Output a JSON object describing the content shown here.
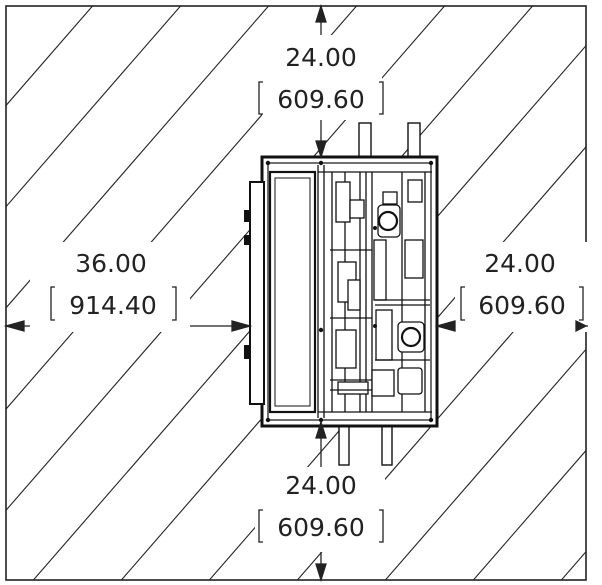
{
  "dimensions": {
    "top": {
      "inches": "24.00",
      "mm": "609.60"
    },
    "left": {
      "inches": "36.00",
      "mm": "914.40"
    },
    "right": {
      "inches": "24.00",
      "mm": "609.60"
    },
    "bottom": {
      "inches": "24.00",
      "mm": "609.60"
    }
  },
  "colors": {
    "line": "#222222",
    "background": "#ffffff"
  }
}
